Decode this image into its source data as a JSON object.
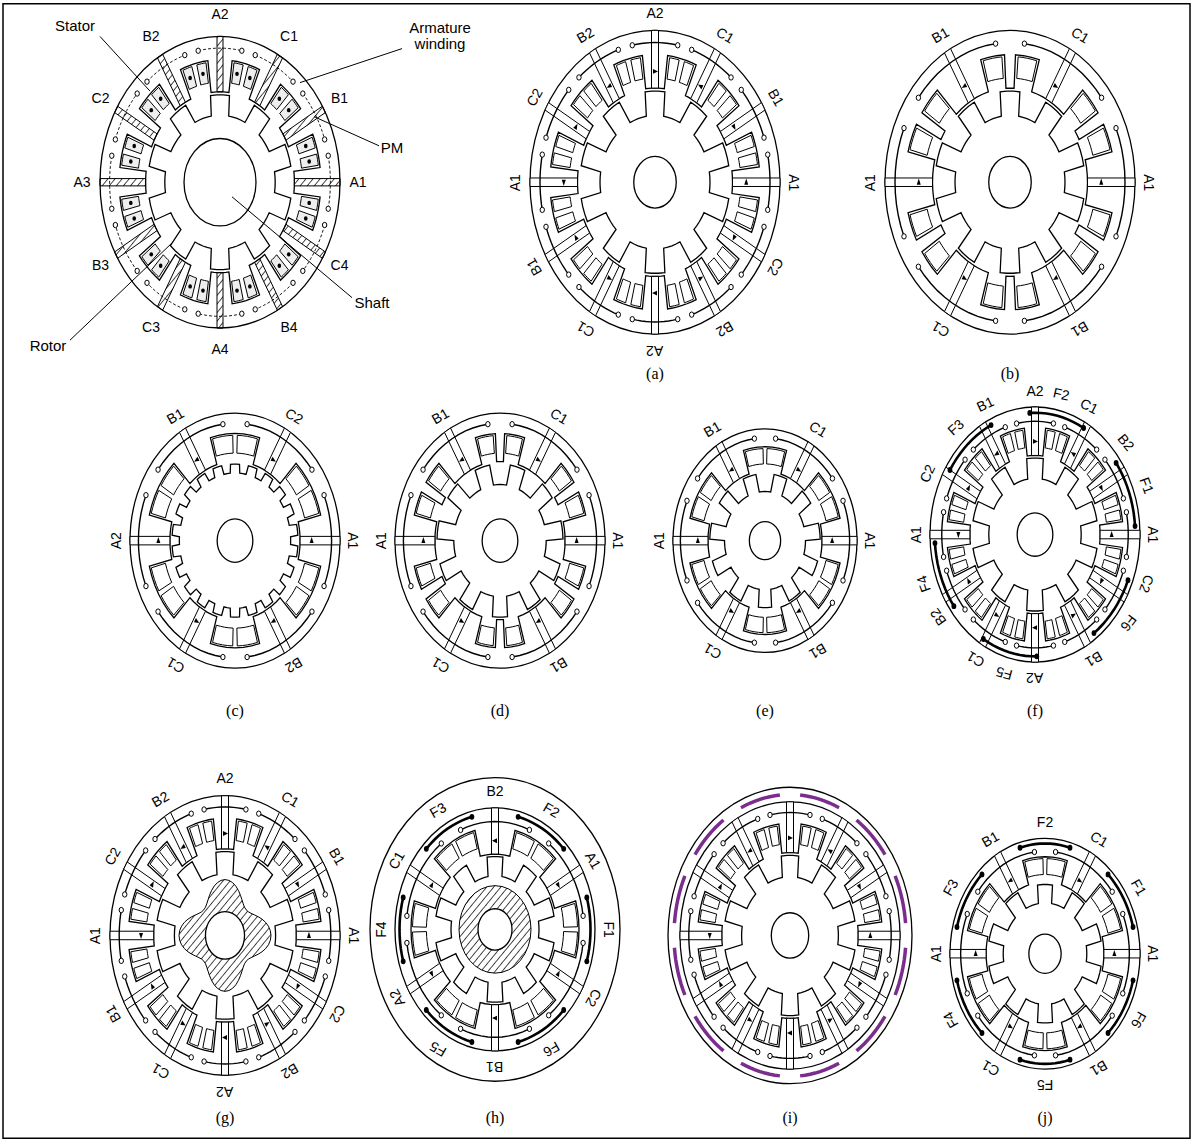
{
  "diagram": {
    "labels": [
      "Stator",
      "Armature winding",
      "B2",
      "A2",
      "C1",
      "C2",
      "B1",
      "PM",
      "A3",
      "A1",
      "B3",
      "C4",
      "Rotor",
      "Shaft",
      "C3",
      "A4",
      "B4",
      "A2",
      "C1",
      "B1",
      "A1",
      "C2",
      "B2",
      "A2",
      "C1",
      "B1",
      "A1",
      "C2",
      "B2",
      "(a)",
      "B1",
      "C1",
      "A1",
      "B1",
      "C1",
      "A1",
      "(b)",
      "B1",
      "C2",
      "A1",
      "B2",
      "C1",
      "A2",
      "(c)",
      "B1",
      "C1",
      "A1",
      "B1",
      "C1",
      "A1",
      "(d)",
      "B1",
      "C1",
      "A1",
      "B1",
      "C1",
      "A1",
      "(e)",
      "B1",
      "A2",
      "F2",
      "C1",
      "B2",
      "F1",
      "A1",
      "C2",
      "F6",
      "B1",
      "A2",
      "F5",
      "C1",
      "B2",
      "F4",
      "A1",
      "C2",
      "F3",
      "(f)",
      "A2",
      "C1",
      "B1",
      "A1",
      "C2",
      "B2",
      "A2",
      "C1",
      "B1",
      "A1",
      "C2",
      "B2",
      "(g)",
      "B2",
      "F2",
      "A1",
      "F1",
      "C2",
      "F6",
      "B1",
      "F5",
      "A2",
      "F4",
      "C1",
      "F3",
      "(h)",
      "(i)",
      "F2",
      "C1",
      "F1",
      "A1",
      "F6",
      "B1",
      "F5",
      "C1",
      "F4",
      "A1",
      "F3",
      "B1",
      "(j)"
    ]
  }
}
